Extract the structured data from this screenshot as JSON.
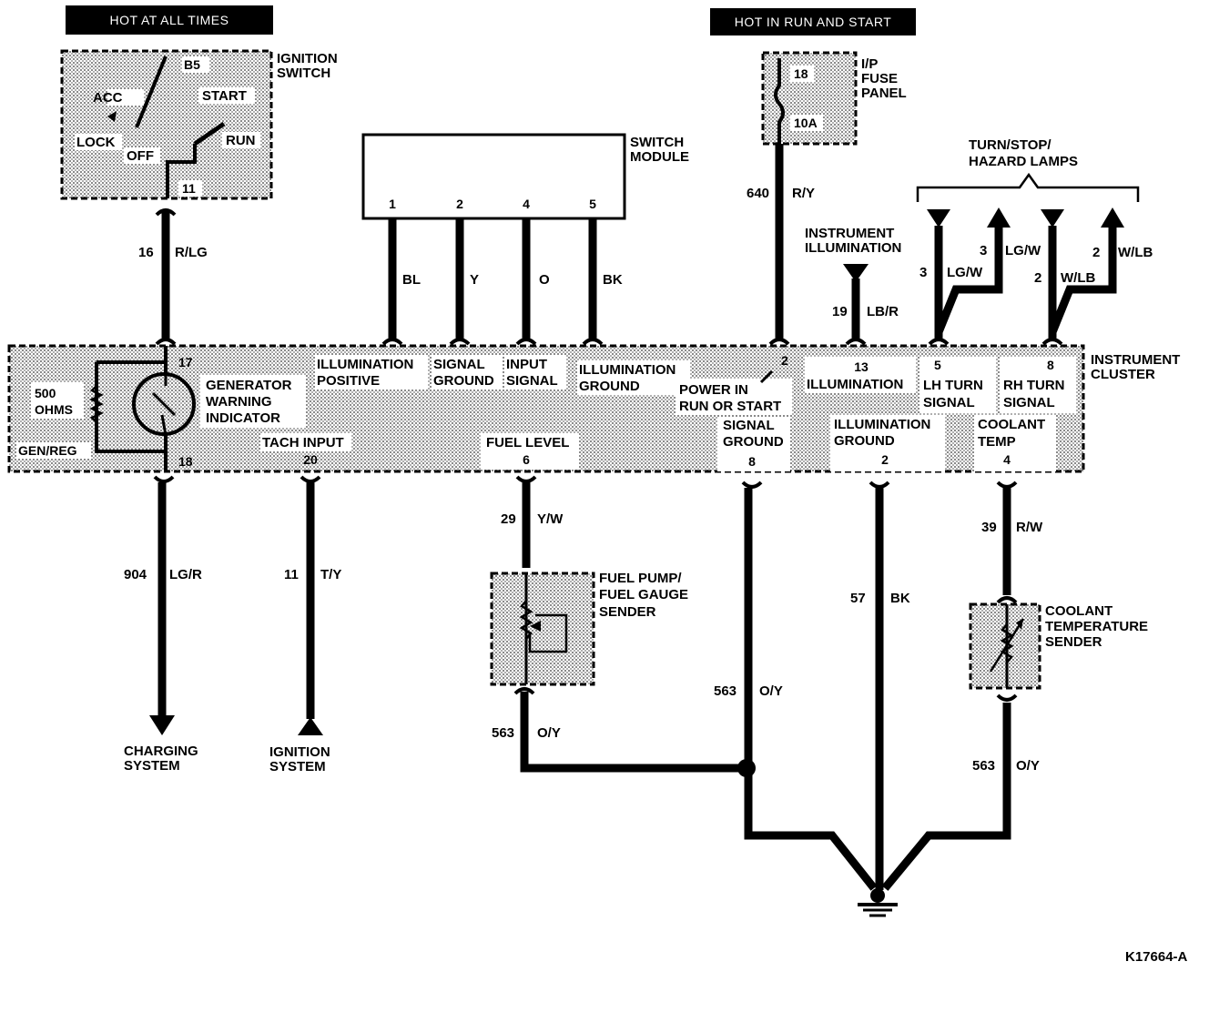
{
  "header_left": "HOT AT ALL TIMES",
  "header_right": "HOT IN RUN AND START",
  "ignition_switch": {
    "title_1": "IGNITION",
    "title_2": "SWITCH",
    "b5": "B5",
    "acc": "ACC",
    "start": "START",
    "lock": "LOCK",
    "off": "OFF",
    "run": "RUN",
    "pin": "11"
  },
  "fuse_panel": {
    "title_1": "I/P",
    "title_2": "FUSE",
    "title_3": "PANEL",
    "pin": "18",
    "rating": "10A"
  },
  "switch_module": {
    "title_1": "SWITCH",
    "title_2": "MODULE",
    "pins": [
      {
        "pin": "1",
        "color": "BL"
      },
      {
        "pin": "2",
        "color": "Y"
      },
      {
        "pin": "4",
        "color": "O"
      },
      {
        "pin": "5",
        "color": "BK"
      }
    ]
  },
  "turn_lamps": {
    "title_1": "TURN/STOP/",
    "title_2": "HAZARD LAMPS",
    "wires": [
      {
        "circuit": "3",
        "color": "LG/W"
      },
      {
        "circuit": "3",
        "color": "LG/W"
      },
      {
        "circuit": "2",
        "color": "W/LB"
      },
      {
        "circuit": "2",
        "color": "W/LB"
      }
    ]
  },
  "instrument_illumination": {
    "title_1": "INSTRUMENT",
    "title_2": "ILLUMINATION",
    "circuit": "19",
    "color": "LB/R"
  },
  "circuits": {
    "ign_feed": {
      "circuit": "16",
      "color": "R/LG"
    },
    "fuse_feed": {
      "circuit": "640",
      "color": "R/Y"
    },
    "gen_reg": {
      "circuit": "904",
      "color": "LG/R"
    },
    "tach": {
      "circuit": "11",
      "color": "T/Y"
    },
    "fuel_level": {
      "circuit": "29",
      "color": "Y/W"
    },
    "fuel_ground": {
      "circuit": "563",
      "color": "O/Y"
    },
    "signal_ground": {
      "circuit": "563",
      "color": "O/Y"
    },
    "illum_ground": {
      "circuit": "57",
      "color": "BK"
    },
    "coolant": {
      "circuit": "39",
      "color": "R/W"
    },
    "coolant_ground": {
      "circuit": "563",
      "color": "O/Y"
    }
  },
  "cluster": {
    "title_1": "INSTRUMENT",
    "title_2": "CLUSTER",
    "resistor_1": "500",
    "resistor_2": "OHMS",
    "gen_reg": "GEN/REG",
    "pin17": "17",
    "pin18": "18",
    "gen_1": "GENERATOR",
    "gen_2": "WARNING",
    "gen_3": "INDICATOR",
    "tach_label": "TACH INPUT",
    "pin20": "20",
    "illum_pos_1": "ILLUMINATION",
    "illum_pos_2": "POSITIVE",
    "sig_gnd_1": "SIGNAL",
    "sig_gnd_2": "GROUND",
    "input_1": "INPUT",
    "input_2": "SIGNAL",
    "illum_gnd_1": "ILLUMINATION",
    "illum_gnd_2": "GROUND",
    "fuel_label": "FUEL LEVEL",
    "pin6": "6",
    "pin2a": "2",
    "power_1": "POWER IN",
    "power_2": "RUN OR START",
    "sig_gnd_b_1": "SIGNAL",
    "sig_gnd_b_2": "GROUND",
    "pin8": "8",
    "pin13": "13",
    "illum": "ILLUMINATION",
    "illum_gnd_b_1": "ILLUMINATION",
    "illum_gnd_b_2": "GROUND",
    "pin2b": "2",
    "pin5": "5",
    "lh_1": "LH TURN",
    "lh_2": "SIGNAL",
    "pin8b": "8",
    "rh_1": "RH TURN",
    "rh_2": "SIGNAL",
    "coolant_1": "COOLANT",
    "coolant_2": "TEMP",
    "pin4": "4"
  },
  "fuel_sender": {
    "title_1": "FUEL PUMP/",
    "title_2": "FUEL GAUGE",
    "title_3": "SENDER"
  },
  "coolant_sender": {
    "title_1": "COOLANT",
    "title_2": "TEMPERATURE",
    "title_3": "SENDER"
  },
  "charging_1": "CHARGING",
  "charging_2": "SYSTEM",
  "ignition_1": "IGNITION",
  "ignition_2": "SYSTEM",
  "figure_id": "K17664-A"
}
